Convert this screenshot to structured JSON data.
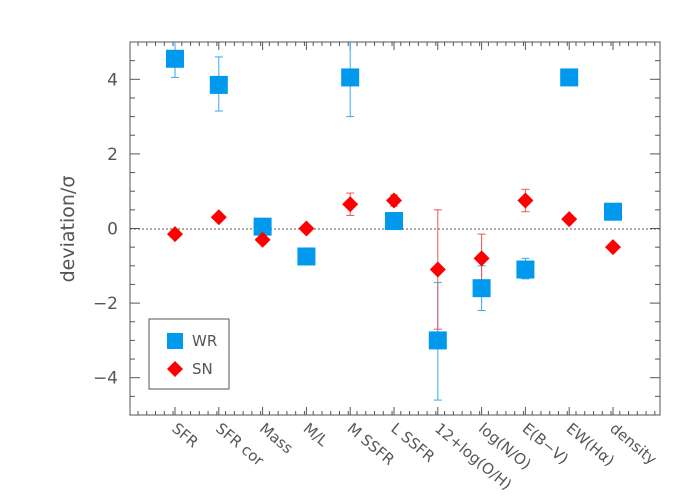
{
  "chart_data": {
    "type": "scatter",
    "ylabel": "deviation/σ",
    "ylim": [
      -5,
      5
    ],
    "yticks": [
      -4,
      -2,
      0,
      2,
      4
    ],
    "ytick_labels": [
      "−4",
      "−2",
      "0",
      "2",
      "4"
    ],
    "reference_line": 0,
    "categories": [
      "SFR",
      "SFR cor",
      "Mass",
      "M/L",
      "M SSFR",
      "L SSFR",
      "12+log(O/H)",
      "log(N/O)",
      "E(B−V)",
      "EW(Hα)",
      "density"
    ],
    "series": [
      {
        "name": "WR",
        "marker": "square",
        "color": "#0099ee",
        "points": [
          {
            "category": "SFR",
            "y": 4.55,
            "err_low": 4.05,
            "err_high": 5.0
          },
          {
            "category": "SFR cor",
            "y": 3.85,
            "err_low": 3.15,
            "err_high": 4.6
          },
          {
            "category": "Mass",
            "y": 0.05,
            "err_low": null,
            "err_high": null
          },
          {
            "category": "M/L",
            "y": -0.75,
            "err_low": null,
            "err_high": null
          },
          {
            "category": "M SSFR",
            "y": 4.05,
            "err_low": 3.0,
            "err_high": 5.0
          },
          {
            "category": "L SSFR",
            "y": 0.2,
            "err_low": null,
            "err_high": null
          },
          {
            "category": "12+log(O/H)",
            "y": -3.0,
            "err_low": -4.6,
            "err_high": -1.45
          },
          {
            "category": "log(N/O)",
            "y": -1.6,
            "err_low": -2.2,
            "err_high": -1.0
          },
          {
            "category": "E(B−V)",
            "y": -1.1,
            "err_low": -1.35,
            "err_high": -0.8
          },
          {
            "category": "EW(Hα)",
            "y": 4.05,
            "err_low": null,
            "err_high": null
          },
          {
            "category": "density",
            "y": 0.45,
            "err_low": null,
            "err_high": null
          }
        ]
      },
      {
        "name": "SN",
        "marker": "diamond",
        "color": "#ff0000",
        "points": [
          {
            "category": "SFR",
            "y": -0.15,
            "err_low": null,
            "err_high": null
          },
          {
            "category": "SFR cor",
            "y": 0.3,
            "err_low": null,
            "err_high": null
          },
          {
            "category": "Mass",
            "y": -0.3,
            "err_low": null,
            "err_high": null
          },
          {
            "category": "M/L",
            "y": 0.0,
            "err_low": null,
            "err_high": null
          },
          {
            "category": "M SSFR",
            "y": 0.65,
            "err_low": 0.35,
            "err_high": 0.95
          },
          {
            "category": "L SSFR",
            "y": 0.75,
            "err_low": 0.6,
            "err_high": 0.9
          },
          {
            "category": "12+log(O/H)",
            "y": -1.1,
            "err_low": -2.7,
            "err_high": 0.5
          },
          {
            "category": "log(N/O)",
            "y": -0.8,
            "err_low": -1.45,
            "err_high": -0.15
          },
          {
            "category": "E(B−V)",
            "y": 0.75,
            "err_low": 0.45,
            "err_high": 1.05
          },
          {
            "category": "EW(Hα)",
            "y": 0.25,
            "err_low": null,
            "err_high": null
          },
          {
            "category": "density",
            "y": -0.5,
            "err_low": null,
            "err_high": null
          }
        ]
      }
    ],
    "legend": {
      "placement": "bottom-left",
      "entries": [
        {
          "label": "WR",
          "marker": "square",
          "color": "#0099ee"
        },
        {
          "label": "SN",
          "marker": "diamond",
          "color": "#ff0000"
        }
      ]
    },
    "grid": false,
    "colors": {
      "axis": "#555555",
      "wr": "#0099ee",
      "wr_error": "#33aaee",
      "sn": "#ff0000",
      "sn_error": "#ee5555"
    }
  }
}
